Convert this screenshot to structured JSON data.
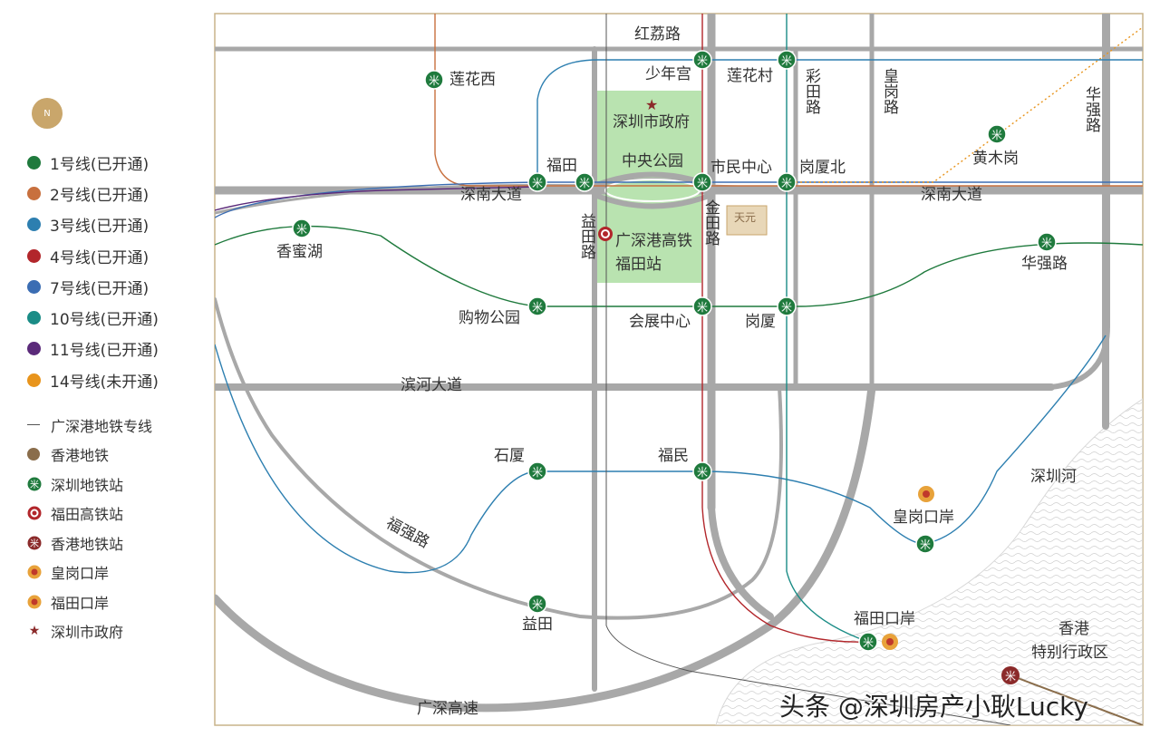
{
  "legend": {
    "compass": "N",
    "lines": [
      {
        "label": "1号线(已开通)",
        "color": "#1f7a3d"
      },
      {
        "label": "2号线(已开通)",
        "color": "#c8703e"
      },
      {
        "label": "3号线(已开通)",
        "color": "#2d7fb0"
      },
      {
        "label": "4号线(已开通)",
        "color": "#b2262b"
      },
      {
        "label": "7号线(已开通)",
        "color": "#3b6db3"
      },
      {
        "label": "10号线(已开通)",
        "color": "#1a8c86"
      },
      {
        "label": "11号线(已开通)",
        "color": "#5b2a7a"
      },
      {
        "label": "14号线(未开通)",
        "color": "#e8941c"
      }
    ],
    "symbols": [
      {
        "label": "广深港地铁专线",
        "icon": "dash-line-icon"
      },
      {
        "label": "香港地铁",
        "icon": "brown-dot-icon"
      },
      {
        "label": "深圳地铁站",
        "icon": "shenzhen-metro-icon"
      },
      {
        "label": "福田高铁站",
        "icon": "hsr-station-icon"
      },
      {
        "label": "香港地铁站",
        "icon": "hk-metro-icon"
      },
      {
        "label": "皇岗口岸",
        "icon": "port-icon"
      },
      {
        "label": "福田口岸",
        "icon": "port-icon"
      },
      {
        "label": "深圳市政府",
        "icon": "star-icon"
      }
    ]
  },
  "roads": {
    "hongli": "红荔路",
    "shennan_w": "深南大道",
    "shennan_e": "深南大道",
    "binhe": "滨河大道",
    "fuqiang": "福强路",
    "guangshen": "广深高速",
    "caitian": "彩田路",
    "huanggang": "皇岗路",
    "huaqiang": "华强路",
    "jintian": "金田路",
    "yitian": "益田路"
  },
  "stations": {
    "lianhuaxi": "莲花西",
    "shaoniangong": "少年宫",
    "lianhuacun": "莲花村",
    "futian": "福田",
    "shiminzhongxin": "市民中心",
    "ganghabei": "岗厦北",
    "huangmugang": "黄木岗",
    "xiangmihu": "香蜜湖",
    "huaqianglu": "华强路",
    "gouwugongyuan": "购物公园",
    "huizhanzhongxin": "会展中心",
    "gangxia": "岗厦",
    "shixia": "石厦",
    "fumin": "福民",
    "yitian": "益田",
    "futiankouan": "福田口岸"
  },
  "places": {
    "gov": "深圳市政府",
    "park": "中央公园",
    "hsr_line1": "广深港高铁",
    "hsr_line2": "福田站",
    "huanggangkouan": "皇岗口岸",
    "shenzhenhe": "深圳河",
    "hk_line1": "香港",
    "hk_line2": "特别行政区",
    "project": "天元"
  },
  "watermark": "头条 @深圳房产小耿Lucky"
}
